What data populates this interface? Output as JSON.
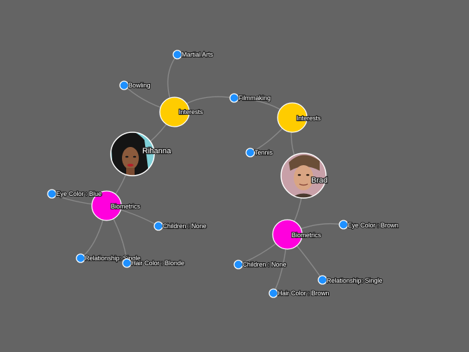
{
  "colors": {
    "background": "#646464",
    "interests": "#ffcc00",
    "biometrics": "#ff00dd",
    "leaf": "#1e90ff",
    "edge": "#8a8a8a"
  },
  "people": [
    {
      "id": "rihanna",
      "name": "Rihanna",
      "avatar_icon": "woman-portrait-icon",
      "hubs": {
        "interests": {
          "label": "Interests",
          "items": [
            "Martial Arts",
            "Bowling",
            "Filmmaking"
          ]
        },
        "biometrics": {
          "label": "Biometrics",
          "items": [
            "Eye Color : Blue",
            "Children : None",
            "Relationship: Single",
            "Hair Color : Blonde"
          ]
        }
      }
    },
    {
      "id": "brad",
      "name": "Brad",
      "avatar_icon": "man-portrait-icon",
      "hubs": {
        "interests": {
          "label": "Interests",
          "items": [
            "Tennis"
          ]
        },
        "biometrics": {
          "label": "Biometrics",
          "items": [
            "Eye Color : Brown",
            "Children : None",
            "Relationship: Single",
            "Hair Color : Brown"
          ]
        }
      }
    }
  ]
}
